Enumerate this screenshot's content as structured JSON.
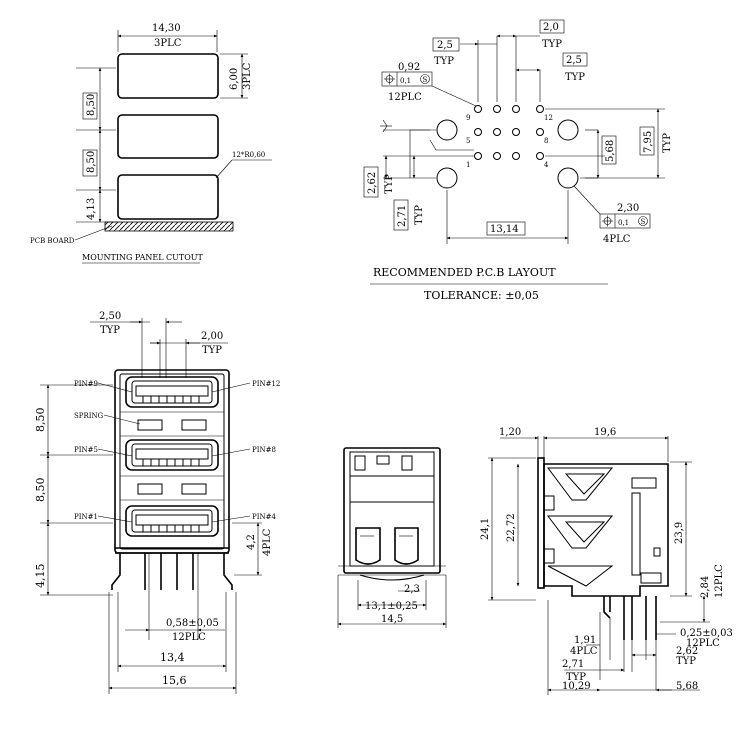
{
  "cutout": {
    "top_dim": "14,30",
    "top_dim_sub": "3PLC",
    "height_dim": "6,00",
    "height_dim_sub": "3PLC",
    "pitch_a": "8,50",
    "pitch_b": "8,50",
    "bottom_gap": "4,13",
    "radius_note": "12*R0,60",
    "pcb_label": "PCB BOARD",
    "caption": "MOUNTING PANEL CUTOUT"
  },
  "pcb": {
    "dim_2_5_a": "2,5",
    "typ_a": "TYP",
    "dim_2_0": "2,0",
    "typ_b": "TYP",
    "dim_2_5_b": "2,5",
    "typ_c": "TYP",
    "hole_small": "0,92",
    "tol_small": "0,1",
    "plc_small": "12PLC",
    "pin_9": "9",
    "pin_12": "12",
    "pin_5": "5",
    "pin_8": "8",
    "pin_1": "1",
    "pin_4": "4",
    "dim_5_68": "5,68",
    "dim_7_95": "7,95",
    "typ_d": "TYP",
    "dim_2_62": "2,62",
    "typ_e": "TYP",
    "dim_2_71": "2,71",
    "typ_f": "TYP",
    "dim_13_14": "13,14",
    "hole_large": "2,30",
    "tol_large": "0,1",
    "plc_large": "4PLC",
    "caption": "RECOMMENDED P.C.B LAYOUT",
    "tolerance": "TOLERANCE: ±0,05"
  },
  "front": {
    "dim_2_50": "2,50",
    "typ_a": "TYP",
    "dim_2_00": "2,00",
    "typ_b": "TYP",
    "pin9": "PIN#9",
    "pin12": "PIN#12",
    "spring": "SPRING",
    "pin5": "PIN#5",
    "pin8": "PIN#8",
    "pin1": "PIN#1",
    "pin4": "PIN#4",
    "dim_8_50_a": "8,50",
    "dim_8_50_b": "8,50",
    "dim_4_15": "4,15",
    "dim_4_2": "4,2",
    "plc_4": "4PLC",
    "pin_w": "0,58±0,05",
    "plc_12": "12PLC",
    "dim_13_4": "13,4",
    "dim_15_6": "15,6"
  },
  "rear": {
    "dim_13_1": "13,1±0,25",
    "dim_2_3": "2,3",
    "dim_14_5": "14,5"
  },
  "side": {
    "dim_1_20": "1,20",
    "dim_19_6": "19,6",
    "dim_24_1": "24,1",
    "dim_22_72": "22,72",
    "dim_23_9": "23,9",
    "dim_2_84": "2,84",
    "plc_12a": "12PLC",
    "dim_1_91": "1,91",
    "plc_4": "4PLC",
    "dim_0_25": "0,25±0,03",
    "plc_12b": "12PLC",
    "dim_2_62": "2,62",
    "typ_a": "TYP",
    "dim_2_71": "2,71",
    "typ_b": "TYP",
    "dim_10_29": "10,29",
    "dim_5_68": "5,68"
  }
}
